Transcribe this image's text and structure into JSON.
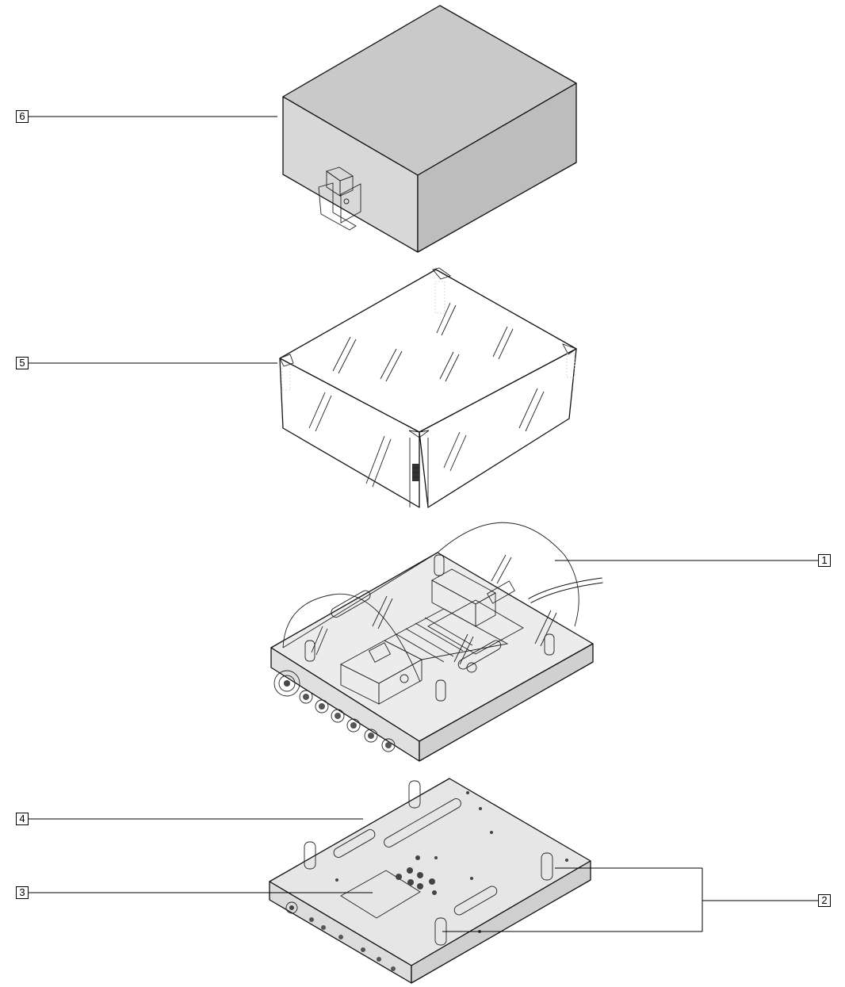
{
  "callouts": [
    {
      "id": "cover",
      "label": "6"
    },
    {
      "id": "protective-hood",
      "label": "5"
    },
    {
      "id": "valve-terminal-assembly",
      "label": "1"
    },
    {
      "id": "mounting-plate",
      "label": "4"
    },
    {
      "id": "label-plate",
      "label": "3"
    },
    {
      "id": "mounting-brackets",
      "label": "2"
    }
  ],
  "colors": {
    "cover_top": "#c9c9c9",
    "cover_front": "#d8d8d8",
    "cover_side": "#bdbdbd",
    "plate": "#e6e6e6",
    "plate_side": "#d5d5d5",
    "hood": "#ffffff",
    "line": "#000000"
  }
}
